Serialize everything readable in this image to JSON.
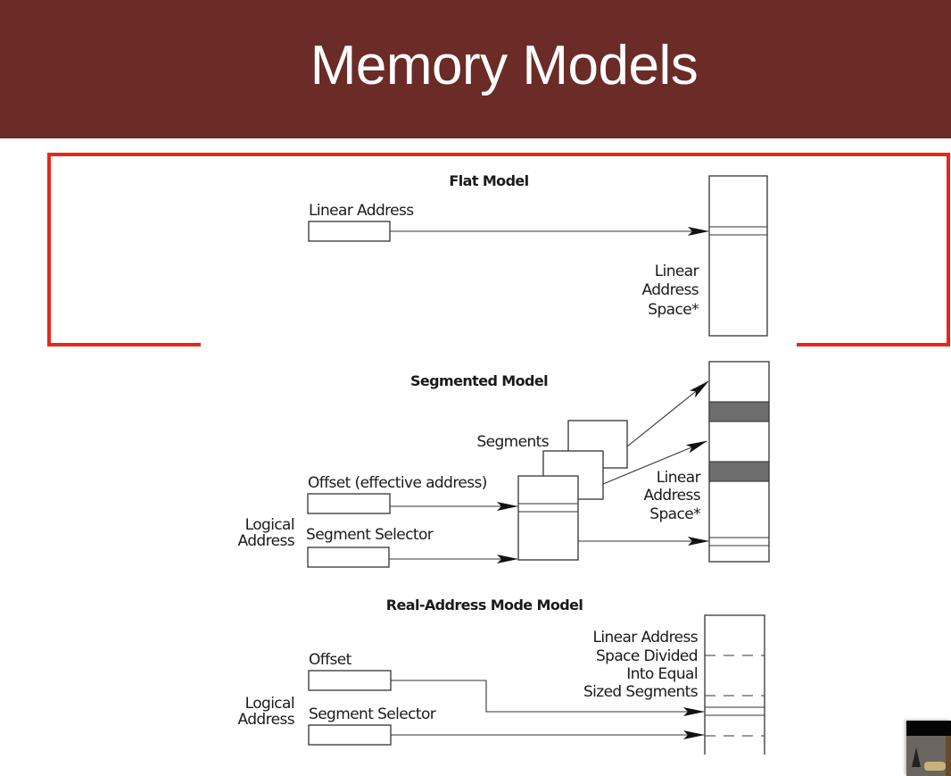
{
  "slide": {
    "title": "Memory Models",
    "header_color": "#6B2B26",
    "highlight_color": "#E8281A"
  },
  "flat_model": {
    "title": "Flat Model",
    "input_label": "Linear Address",
    "space_label": [
      "Linear",
      "Address",
      "Space*"
    ]
  },
  "segmented_model": {
    "title": "Segmented Model",
    "segments_label": "Segments",
    "offset_label": "Offset (effective address)",
    "selector_label": "Segment Selector",
    "logical_label": [
      "Logical",
      "Address"
    ],
    "space_label": [
      "Linear",
      "Address",
      "Space*"
    ]
  },
  "real_address_model": {
    "title": "Real-Address Mode Model",
    "offset_label": "Offset",
    "selector_label": "Segment Selector",
    "logical_label": [
      "Logical",
      "Address"
    ],
    "space_label": [
      "Linear Address",
      "Space Divided",
      "Into Equal",
      "Sized Segments"
    ]
  },
  "presenter_thumbnail": {
    "icon": "webcam-video-thumbnail"
  }
}
